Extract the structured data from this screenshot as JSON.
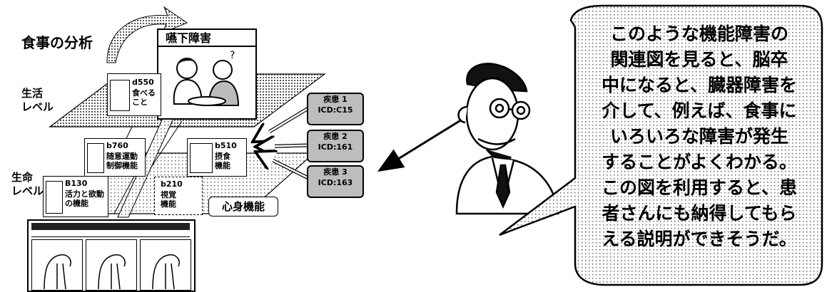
{
  "title": "食事の分析",
  "levels": {
    "life_activity": "生活\nレベル",
    "life": "生命\nレベル"
  },
  "dysphagia_box": "嚥下障害",
  "functions": {
    "d550": {
      "code": "d550",
      "label": "食べる\nこと"
    },
    "b760": {
      "code": "b760",
      "label": "随意運動\n制御機能"
    },
    "b510": {
      "code": "b510",
      "label": "摂食\n機能"
    },
    "b130": {
      "code": "B130",
      "label": "活力と欲動\nの機能"
    },
    "b210": {
      "code": "b210",
      "label": "視覚\n機能"
    }
  },
  "body_functions_label": "心身機能",
  "diseases": [
    {
      "name": "疾患 1",
      "icd": "ICD:C15"
    },
    {
      "name": "疾患 2",
      "icd": "ICD:161"
    },
    {
      "name": "疾患 3",
      "icd": "ICD:163"
    }
  ],
  "speech_bubble": {
    "lines": [
      "このような機能障害の",
      "関連図を見ると、脳卒",
      "中になると、臓器障害を",
      "介して、例えば、食事に",
      "いろいろな障害が発生",
      "することがよくわかる。",
      "この図を利用すると、患",
      "者さんにも納得してもら",
      "える説明ができそうだ。"
    ]
  }
}
